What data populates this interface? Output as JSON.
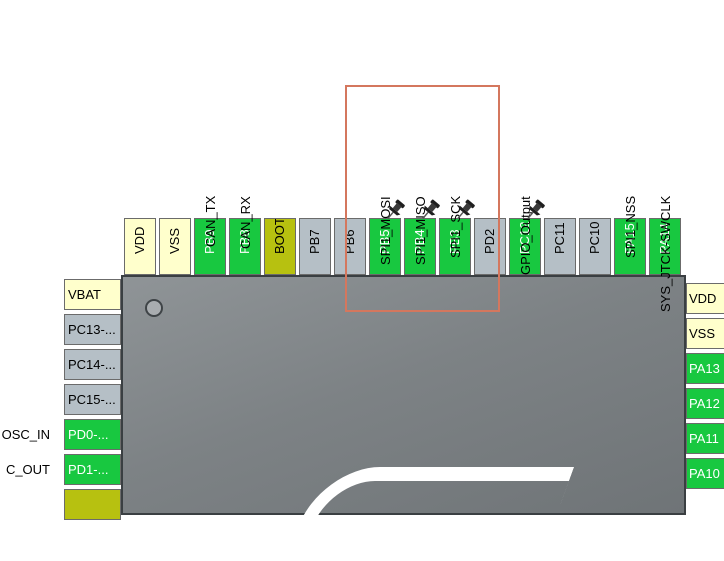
{
  "top_pins": [
    {
      "label": "VDD",
      "color": "power",
      "signal": ""
    },
    {
      "label": "VSS",
      "color": "power",
      "signal": ""
    },
    {
      "label": "PB9",
      "color": "green",
      "signal": "CAN_TX"
    },
    {
      "label": "PB8",
      "color": "green",
      "signal": "CAN_RX"
    },
    {
      "label": "BOOT0",
      "color": "olive",
      "signal": ""
    },
    {
      "label": "PB7",
      "color": "gray",
      "signal": ""
    },
    {
      "label": "PB6",
      "color": "gray",
      "signal": ""
    },
    {
      "label": "PB5",
      "color": "green",
      "signal": "SPI1_MOSI",
      "pinned": true
    },
    {
      "label": "PB4",
      "color": "green",
      "signal": "SPI1_MISO",
      "pinned": true
    },
    {
      "label": "PB3",
      "color": "green",
      "signal": "SPI1_SCK",
      "pinned": true
    },
    {
      "label": "PD2",
      "color": "gray",
      "signal": ""
    },
    {
      "label": "PC12",
      "color": "green",
      "signal": "GPIO_Output",
      "pinned": true
    },
    {
      "label": "PC11",
      "color": "gray",
      "signal": ""
    },
    {
      "label": "PC10",
      "color": "gray",
      "signal": ""
    },
    {
      "label": "PA15",
      "color": "green",
      "signal": "SPI1_NSS"
    },
    {
      "label": "PA14",
      "color": "green",
      "signal": "SYS_JTCK-SWCLK"
    }
  ],
  "left_pins": [
    {
      "label": "VBAT",
      "color": "power",
      "signal": ""
    },
    {
      "label": "PC13-...",
      "color": "gray",
      "signal": ""
    },
    {
      "label": "PC14-...",
      "color": "gray",
      "signal": ""
    },
    {
      "label": "PC15-...",
      "color": "gray",
      "signal": ""
    },
    {
      "label": "PD0-...",
      "color": "green",
      "signal": "OSC_IN"
    },
    {
      "label": "PD1-...",
      "color": "green",
      "signal": "C_OUT"
    },
    {
      "label": "",
      "color": "olive",
      "signal": ""
    }
  ],
  "right_pins": [
    {
      "label": "VDD",
      "color": "power"
    },
    {
      "label": "VSS",
      "color": "power"
    },
    {
      "label": "PA13",
      "color": "green"
    },
    {
      "label": "PA12",
      "color": "green"
    },
    {
      "label": "PA11",
      "color": "green"
    },
    {
      "label": "PA10",
      "color": "green"
    }
  ],
  "colors": {
    "green": "#18c840",
    "gray": "#b5bfc6",
    "power": "#ffffcc",
    "olive": "#b7c110",
    "selection": "#d4775e",
    "chip": "#7d8285"
  },
  "icons": {
    "pinned": "pushpin-icon"
  }
}
